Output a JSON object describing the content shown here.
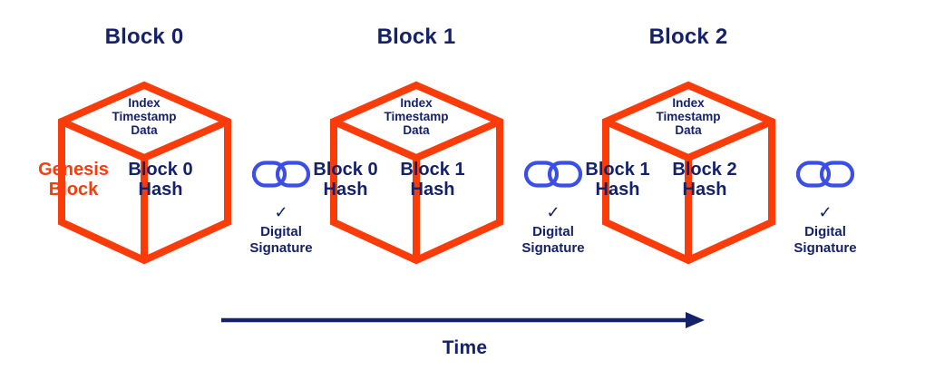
{
  "diagram": {
    "title_color": "#152169",
    "cube_color": "#FA3C0A",
    "chain_color": "#3B4FE8",
    "blocks": [
      {
        "title": "Block 0",
        "top_face": {
          "line1": "Index",
          "line2": "Timestamp",
          "line3": "Data"
        },
        "left_face": {
          "line1": "Genesis",
          "line2": "Block"
        },
        "right_face": {
          "line1": "Block 0",
          "line2": "Hash"
        }
      },
      {
        "title": "Block 1",
        "top_face": {
          "line1": "Index",
          "line2": "Timestamp",
          "line3": "Data"
        },
        "left_face": {
          "line1": "Block 0",
          "line2": "Hash"
        },
        "right_face": {
          "line1": "Block 1",
          "line2": "Hash"
        }
      },
      {
        "title": "Block 2",
        "top_face": {
          "line1": "Index",
          "line2": "Timestamp",
          "line3": "Data"
        },
        "left_face": {
          "line1": "Block 1",
          "line2": "Hash"
        },
        "right_face": {
          "line1": "Block 2",
          "line2": "Hash"
        }
      }
    ],
    "signatures": [
      {
        "icon": "chain-link-icon",
        "check": "✓",
        "line1": "Digital",
        "line2": "Signature"
      },
      {
        "icon": "chain-link-icon",
        "check": "✓",
        "line1": "Digital",
        "line2": "Signature"
      },
      {
        "icon": "chain-link-icon",
        "check": "✓",
        "line1": "Digital",
        "line2": "Signature"
      }
    ],
    "axis": {
      "label": "Time",
      "icon": "arrow-right-icon",
      "color": "#152169"
    }
  }
}
